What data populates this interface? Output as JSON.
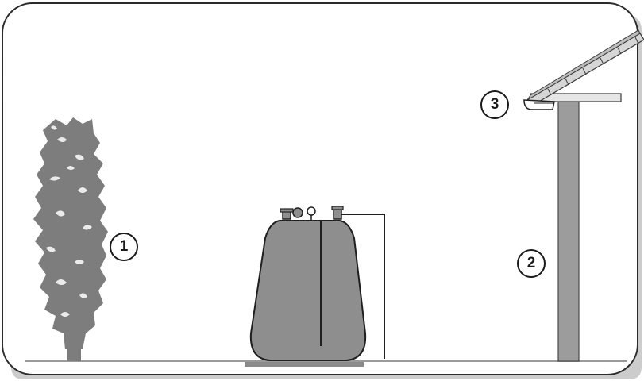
{
  "markers": {
    "tree": "1",
    "pole": "2",
    "gutter": "3"
  },
  "colors": {
    "frame_border": "#2b2b2b",
    "frame_shadow": "#9a9a9a",
    "foliage": "#7d7d7d",
    "tank_fill": "#8e8e8e",
    "pole_fill": "#9c9c9c",
    "panel_fill": "#d6d6d6",
    "line": "#1f1f1f"
  },
  "icons": {
    "tree": "tree-icon",
    "tank": "fuel-tank-icon",
    "pole": "pole-icon",
    "roof": "roof-panel-icon"
  }
}
